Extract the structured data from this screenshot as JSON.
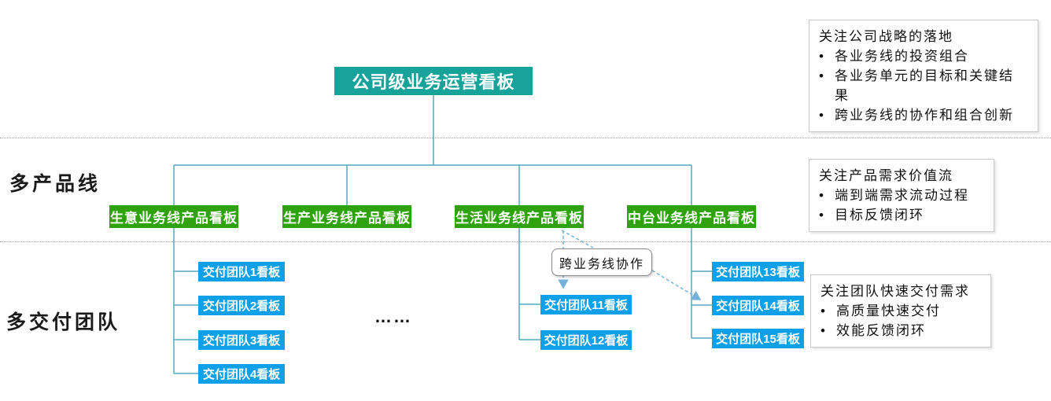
{
  "root": {
    "label": "公司级业务运营看板"
  },
  "lanes": {
    "product": {
      "label": "多产品线"
    },
    "team": {
      "label": "多交付团队"
    }
  },
  "product_boards": [
    {
      "label": "生意业务线产品看板"
    },
    {
      "label": "生产业务线产品看板"
    },
    {
      "label": "生活业务线产品看板"
    },
    {
      "label": "中台业务线产品看板"
    }
  ],
  "team_boards": {
    "left": [
      "交付团队1看板",
      "交付团队2看板",
      "交付团队3看板",
      "交付团队4看板"
    ],
    "middle": [
      "交付团队11看板",
      "交付团队12看板"
    ],
    "right": [
      "交付团队13看板",
      "交付团队14看板",
      "交付团队15看板"
    ]
  },
  "ellipsis": "……",
  "collaboration_box": {
    "label": "跨业务线协作"
  },
  "notes": [
    {
      "title": "关注公司战略的落地",
      "bullets": [
        "各业务线的投资组合",
        "各业务单元的目标和关键结果",
        "跨业务线的协作和组合创新"
      ]
    },
    {
      "title": "关注产品需求价值流",
      "bullets": [
        "端到端需求流动过程",
        "目标反馈闭环"
      ]
    },
    {
      "title": "关注团队快速交付需求",
      "bullets": [
        "高质量快速交付",
        "效能反馈闭环"
      ]
    }
  ],
  "colors": {
    "root_box": "#17a29a",
    "product_box": "#2fa30d",
    "team_box": "#0fa0e8",
    "connector": "#55a8bc",
    "dashed_arrow": "#74b2dc"
  }
}
